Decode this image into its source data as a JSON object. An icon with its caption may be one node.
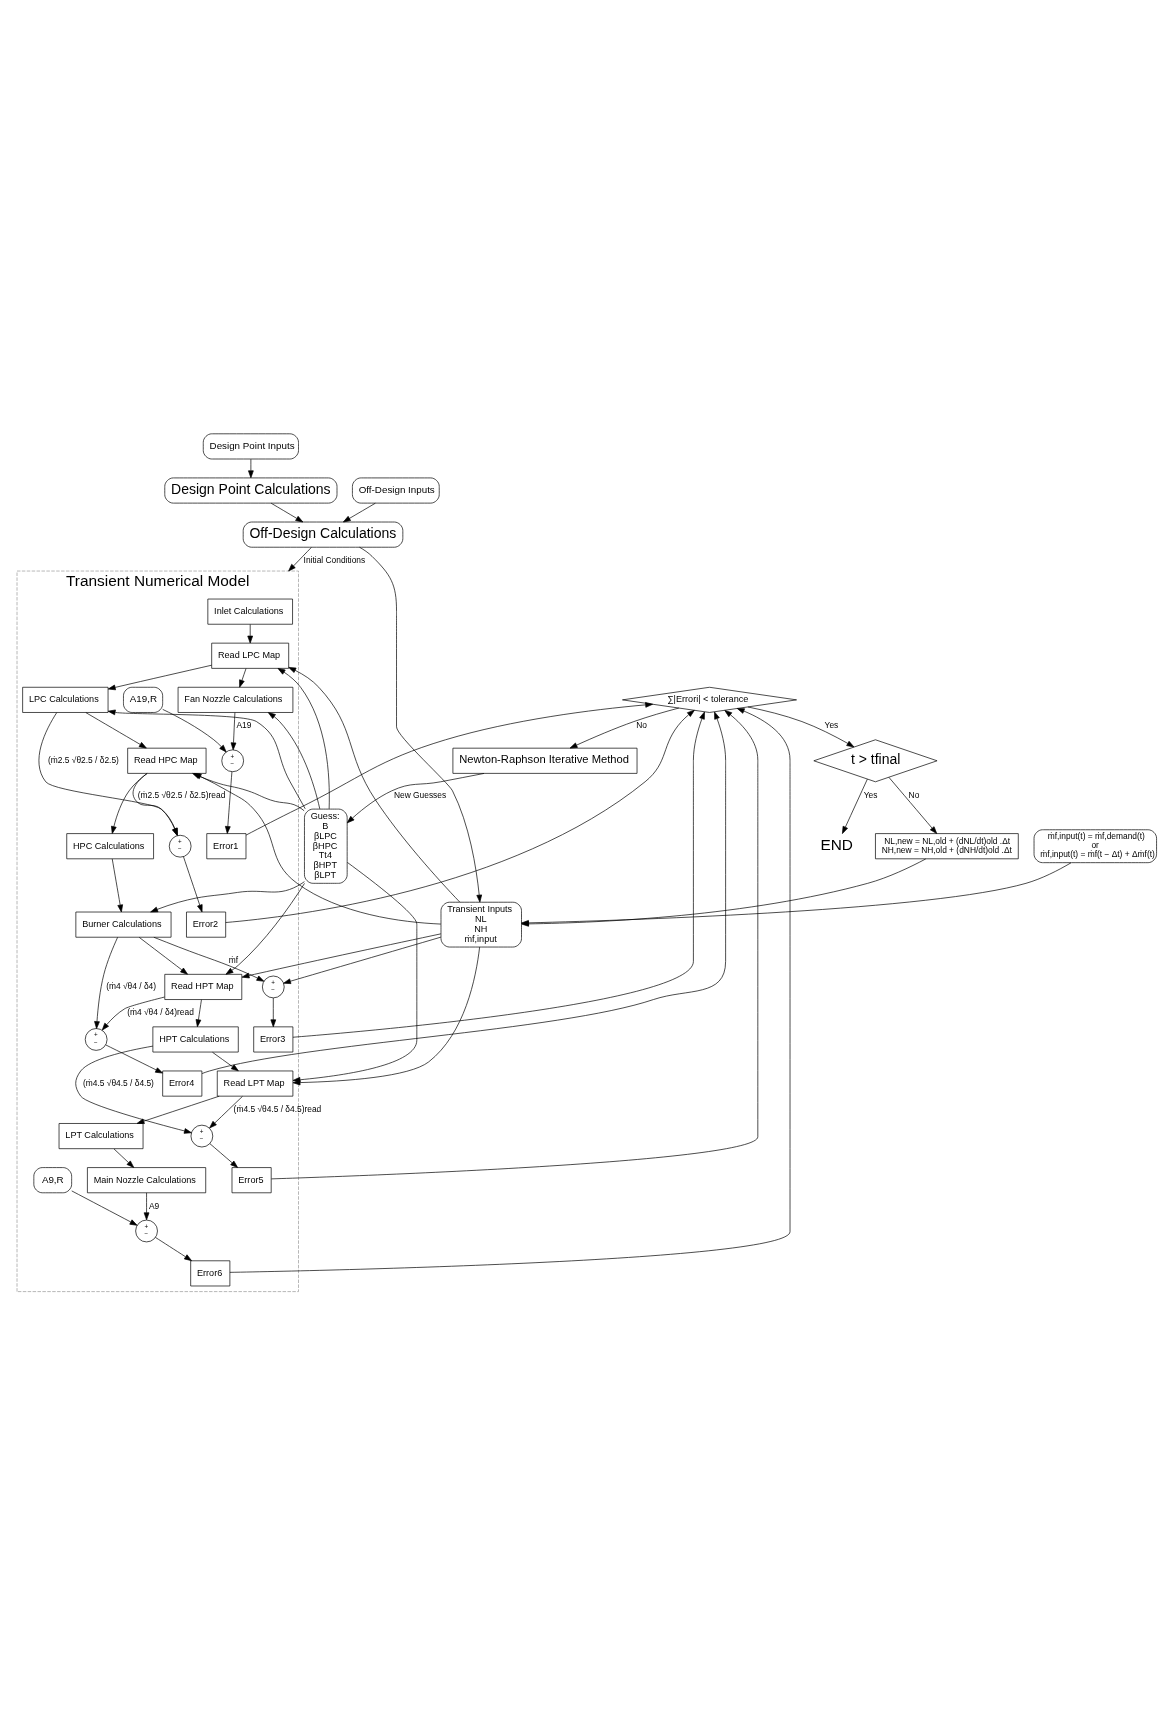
{
  "diagram": {
    "nodes": [
      {
        "text": [
          "Design Point Inputs"
        ]
      },
      {
        "text": [
          "Design Point Calculations"
        ]
      },
      {
        "text": [
          "Off-Design Inputs"
        ]
      },
      {
        "text": [
          "Off-Design Calculations"
        ]
      },
      {
        "text": [
          "Transient Numerical Model"
        ]
      },
      {
        "text": [
          "Transient Inputs",
          "NL",
          "NH",
          "ṁf,input"
        ]
      },
      {
        "text": [
          "Guess:",
          "B",
          "βLPC",
          "βHPC",
          "Tt4",
          "βHPT",
          "βLPT"
        ]
      },
      {
        "text": [
          "Inlet Calculations"
        ],
        "in": 4
      },
      {
        "text": [
          "Read LPC Map"
        ],
        "in": 4
      },
      {
        "text": [
          "Fan Nozzle Calculations"
        ],
        "in": 4
      },
      {
        "text": [
          "+",
          "−"
        ],
        "in": 4
      },
      {
        "text": [
          "Error1"
        ],
        "in": 4
      },
      {
        "text": [
          "A19,R"
        ],
        "in": 4
      },
      {
        "text": [
          "LPC Calculations"
        ],
        "in": 4
      },
      {
        "text": [
          "+",
          "−"
        ],
        "in": 4
      },
      {
        "text": [
          "Error2"
        ],
        "in": 4
      },
      {
        "text": [
          "Read HPC Map"
        ],
        "in": 4
      },
      {
        "text": [
          "HPC Calculations"
        ],
        "in": 4
      },
      {
        "text": [
          "Burner Calculations"
        ],
        "in": 4
      },
      {
        "text": [
          "+",
          "−"
        ],
        "in": 4
      },
      {
        "text": [
          "Error3"
        ],
        "in": 4
      },
      {
        "text": [
          "+",
          "−"
        ],
        "in": 4
      },
      {
        "text": [
          "Error4"
        ],
        "in": 4
      },
      {
        "text": [
          "Read HPT Map"
        ],
        "in": 4
      },
      {
        "text": [
          "HPT Calculations"
        ],
        "in": 4
      },
      {
        "text": [
          "+",
          "−"
        ],
        "in": 4
      },
      {
        "text": [
          "Error5"
        ],
        "in": 4
      },
      {
        "text": [
          "Read LPT Map"
        ],
        "in": 4
      },
      {
        "text": [
          "LPT Calculations"
        ],
        "in": 4
      },
      {
        "text": [
          "Main Nozzle Calculations"
        ],
        "in": 4
      },
      {
        "text": [
          "+",
          "−"
        ],
        "in": 4
      },
      {
        "text": [
          "Error6"
        ],
        "in": 4
      },
      {
        "text": [
          "A9,R"
        ],
        "in": 4
      },
      {
        "text": [
          "Newton-Raphson Iterative Method"
        ]
      },
      {
        "text": [
          "∑|Errori| < tolerance"
        ]
      },
      {
        "text": [
          "NL,new = NL,old + (dNL/dt)old .Δt",
          "NH,new = NH,old + (dNH/dt)old .Δt"
        ]
      },
      {
        "text": [
          "t > tfinal"
        ]
      },
      {
        "text": [
          "END"
        ]
      },
      {
        "text": [
          "ṁf,input(t) = ṁf,demand(t)",
          "or",
          "ṁf,input(t) = ṁf(t − Δt) + Δṁf(t)"
        ]
      }
    ],
    "edges": [
      {
        "from": 0,
        "to": 1,
        "arrow": "to"
      },
      {
        "from": 1,
        "to": 3,
        "arrow": "to"
      },
      {
        "from": 2,
        "to": 3,
        "arrow": "to"
      },
      {
        "from": 3,
        "to": 4,
        "arrow": "to",
        "label": "Initial Conditions"
      },
      {
        "from": 3,
        "to": 5,
        "arrow": "to"
      },
      {
        "from": 7,
        "to": 8,
        "arrow": "to"
      },
      {
        "from": 6,
        "to": 8,
        "arrow": "to"
      },
      {
        "from": 5,
        "to": 8,
        "arrow": "to"
      },
      {
        "from": 8,
        "to": 13,
        "arrow": "to"
      },
      {
        "from": 8,
        "to": 9,
        "arrow": "to"
      },
      {
        "from": 6,
        "to": 13,
        "arrow": "to"
      },
      {
        "from": 6,
        "to": 9,
        "arrow": "to"
      },
      {
        "from": 9,
        "to": 10,
        "arrow": "to",
        "label": "A19"
      },
      {
        "from": 12,
        "to": 10,
        "arrow": "to"
      },
      {
        "from": 10,
        "to": 11,
        "arrow": "to"
      },
      {
        "from": 13,
        "to": 16,
        "arrow": "to"
      },
      {
        "from": 13,
        "to": 14,
        "arrow": "to",
        "label": "(ṁ2.5 √θ2.5 / δ2.5)"
      },
      {
        "from": 16,
        "to": 14,
        "arrow": "to",
        "label": "(ṁ2.5 √θ2.5 / δ2.5)read"
      },
      {
        "from": 14,
        "to": 15,
        "arrow": "to"
      },
      {
        "from": 6,
        "to": 16,
        "arrow": "to"
      },
      {
        "from": 5,
        "to": 16,
        "arrow": "to"
      },
      {
        "from": 16,
        "to": 17,
        "arrow": "to"
      },
      {
        "from": 17,
        "to": 18,
        "arrow": "to"
      },
      {
        "from": 6,
        "to": 18,
        "arrow": "to"
      },
      {
        "from": 18,
        "to": 19,
        "arrow": "to",
        "label": "ṁf"
      },
      {
        "from": 5,
        "to": 19,
        "arrow": "to"
      },
      {
        "from": 19,
        "to": 20,
        "arrow": "to"
      },
      {
        "from": 18,
        "to": 23,
        "arrow": "to"
      },
      {
        "from": 18,
        "to": 21,
        "arrow": "to",
        "label": "(ṁ4 √θ4 / δ4)"
      },
      {
        "from": 23,
        "to": 21,
        "arrow": "to",
        "label": "(ṁ4 √θ4 / δ4)read"
      },
      {
        "from": 21,
        "to": 22,
        "arrow": "to"
      },
      {
        "from": 6,
        "to": 23,
        "arrow": "to"
      },
      {
        "from": 5,
        "to": 23,
        "arrow": "to"
      },
      {
        "from": 23,
        "to": 24,
        "arrow": "to"
      },
      {
        "from": 24,
        "to": 27,
        "arrow": "to"
      },
      {
        "from": 24,
        "to": 25,
        "arrow": "to",
        "label": "(ṁ4.5 √θ4.5 / δ4.5)"
      },
      {
        "from": 27,
        "to": 25,
        "arrow": "to",
        "label": "(ṁ4.5 √θ4.5 / δ4.5)read"
      },
      {
        "from": 25,
        "to": 26,
        "arrow": "to"
      },
      {
        "from": 6,
        "to": 27,
        "arrow": "to"
      },
      {
        "from": 5,
        "to": 27,
        "arrow": "to"
      },
      {
        "from": 27,
        "to": 28,
        "arrow": "to"
      },
      {
        "from": 28,
        "to": 29,
        "arrow": "to"
      },
      {
        "from": 29,
        "to": 30,
        "arrow": "to",
        "label": "A9"
      },
      {
        "from": 32,
        "to": 30,
        "arrow": "to"
      },
      {
        "from": 30,
        "to": 31,
        "arrow": "to"
      },
      {
        "from": 11,
        "to": 34,
        "arrow": "to"
      },
      {
        "from": 15,
        "to": 34,
        "arrow": "to"
      },
      {
        "from": 20,
        "to": 34,
        "arrow": "to"
      },
      {
        "from": 22,
        "to": 34,
        "arrow": "to"
      },
      {
        "from": 26,
        "to": 34,
        "arrow": "to"
      },
      {
        "from": 31,
        "to": 34,
        "arrow": "to"
      },
      {
        "from": 34,
        "to": 33,
        "arrow": "to",
        "label": "No"
      },
      {
        "from": 33,
        "to": 6,
        "arrow": "to",
        "label": "New Guesses"
      },
      {
        "from": 34,
        "to": 36,
        "arrow": "to",
        "label": "Yes"
      },
      {
        "from": 36,
        "to": 35,
        "arrow": "to",
        "label": "No"
      },
      {
        "from": 36,
        "to": 37,
        "arrow": "to",
        "label": "Yes"
      },
      {
        "from": 35,
        "to": 5,
        "arrow": "to"
      },
      {
        "from": 38,
        "to": 5,
        "arrow": "to"
      }
    ]
  }
}
